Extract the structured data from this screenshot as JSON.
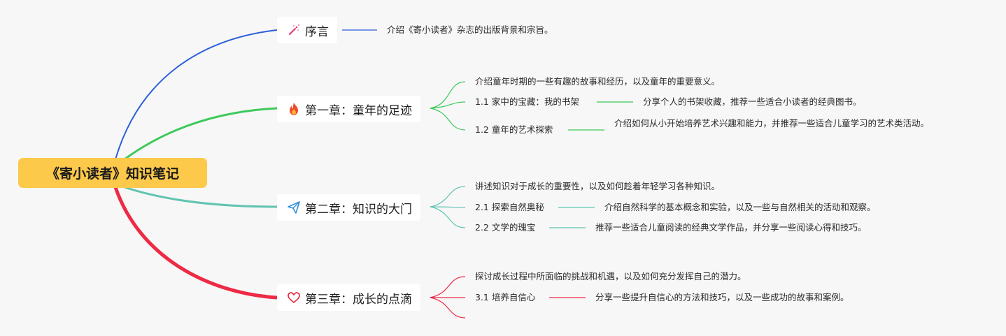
{
  "root": {
    "title": "《寄小读者》知识笔记"
  },
  "branches": [
    {
      "id": "preface",
      "title": "序言",
      "icon": "magic-wand-icon",
      "color": "#2b5fd9",
      "summary": "介绍《寄小读者》杂志的出版背景和宗旨。"
    },
    {
      "id": "ch1",
      "title": "第一章：童年的足迹",
      "icon": "fire-icon",
      "color": "#3cc95a",
      "intro": "介绍童年时期的一些有趣的故事和经历，以及童年的重要意义。",
      "sections": [
        {
          "title": "1.1 家中的宝藏：我的书架",
          "detail": "分享个人的书架收藏，推荐一些适合小读者的经典图书。"
        },
        {
          "title": "1.2 童年的艺术探索",
          "detail": "介绍如何从小开始培养艺术兴趣和能力，并推荐一些适合儿童学习的艺术类活动。"
        }
      ]
    },
    {
      "id": "ch2",
      "title": "第二章：知识的大门",
      "icon": "paper-plane-icon",
      "color": "#5fc4b0",
      "intro": "讲述知识对于成长的重要性，以及如何趁着年轻学习各种知识。",
      "sections": [
        {
          "title": "2.1 探索自然奥秘",
          "detail": "介绍自然科学的基本概念和实验，以及一些与自然相关的活动和观察。"
        },
        {
          "title": "2.2 文学的瑰宝",
          "detail": "推荐一些适合儿童阅读的经典文学作品，并分享一些阅读心得和技巧。"
        }
      ]
    },
    {
      "id": "ch3",
      "title": "第三章：成长的点滴",
      "icon": "heart-icon",
      "color": "#ee2a45",
      "intro": "探讨成长过程中所面临的挑战和机遇，以及如何充分发挥自己的潜力。",
      "sections": [
        {
          "title": "3.1 培养自信心",
          "detail": "分享一些提升自信心的方法和技巧，以及一些成功的故事和案例。"
        }
      ]
    }
  ]
}
